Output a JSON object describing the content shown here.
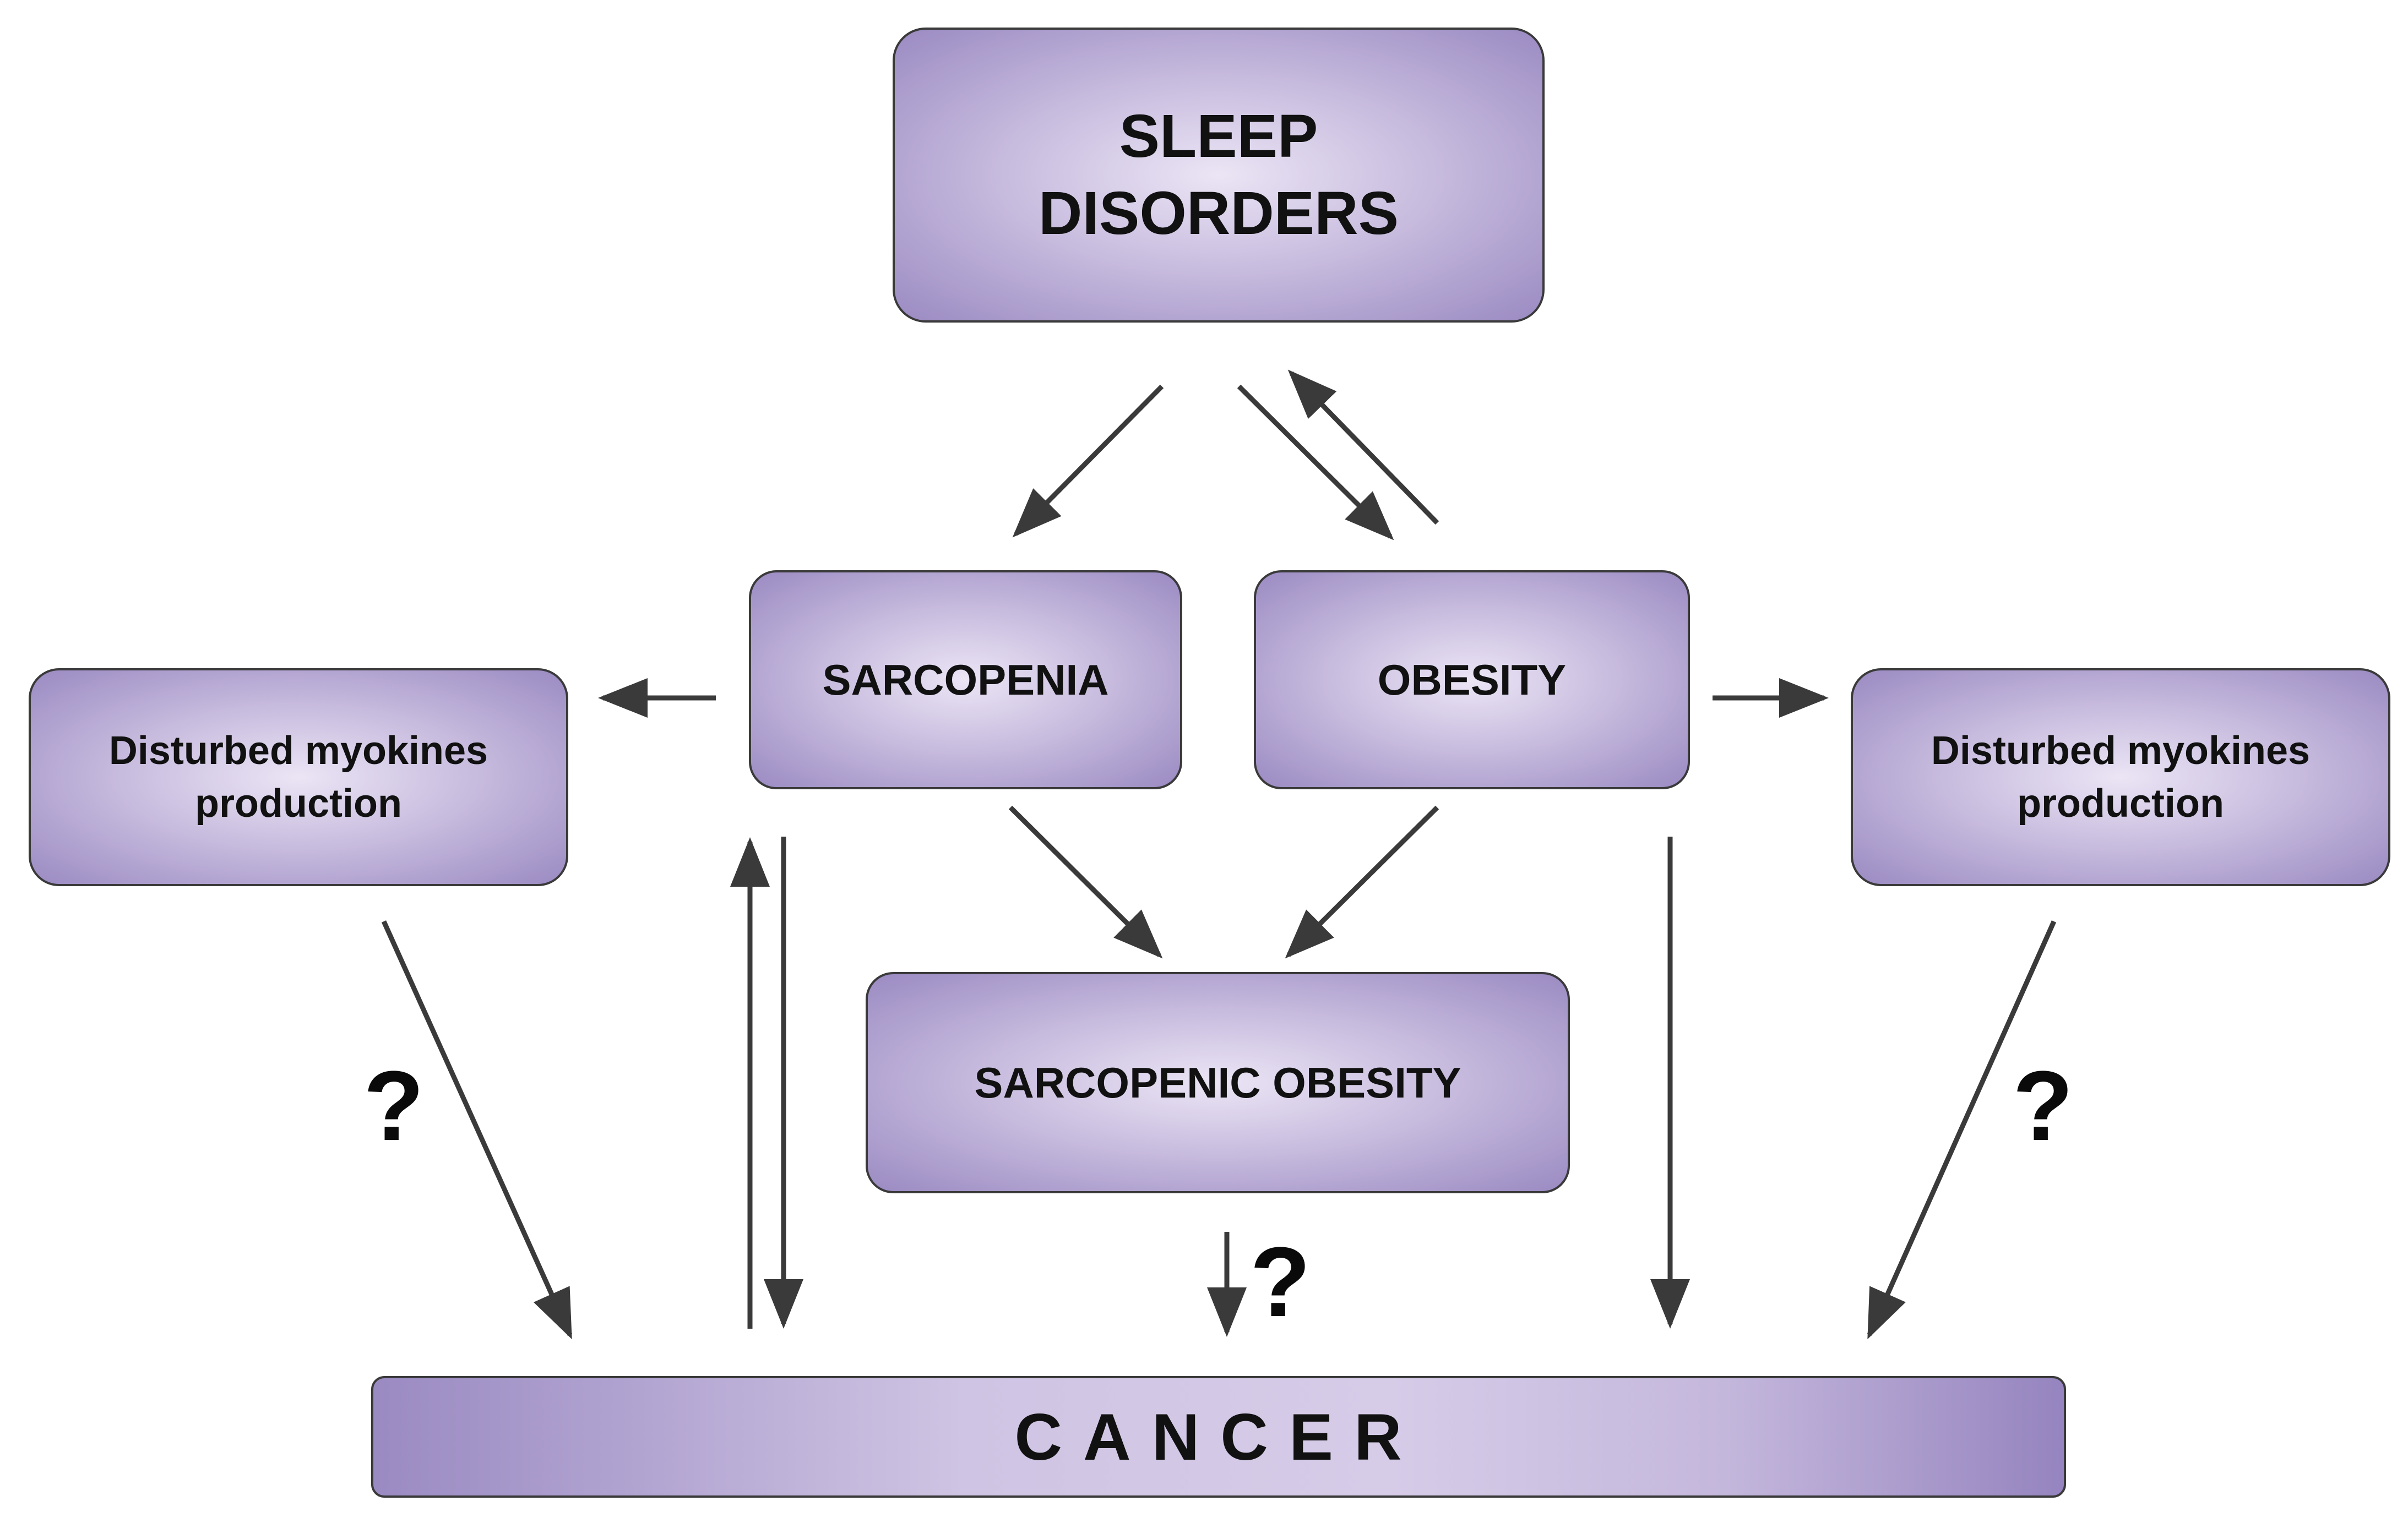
{
  "nodes": {
    "sleep_disorders": {
      "line1": "SLEEP",
      "line2": "DISORDERS"
    },
    "sarcopenia": {
      "label": "SARCOPENIA"
    },
    "obesity": {
      "label": "OBESITY"
    },
    "myokines_left": {
      "line1": "Disturbed myokines",
      "line2": "production"
    },
    "myokines_right": {
      "line1": "Disturbed myokines",
      "line2": "production"
    },
    "sarcopenic_obesity": {
      "label": "SARCOPENIC OBESITY"
    },
    "cancer": {
      "label": "CANCER"
    }
  },
  "question_marks": {
    "left": "?",
    "right": "?",
    "middle": "?"
  },
  "colors": {
    "box_light": "#ebe5f5",
    "box_dark": "#9a8ac2",
    "arrow": "#3a3a3a",
    "text": "#111111"
  }
}
